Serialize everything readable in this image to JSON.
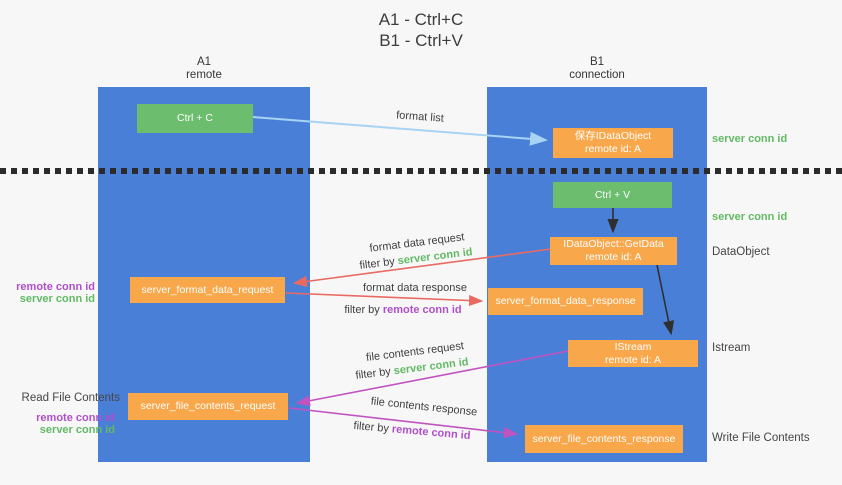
{
  "title": {
    "line1": "A1 - Ctrl+C",
    "line2": "B1 - Ctrl+V"
  },
  "lanes": {
    "left": {
      "name": "A1",
      "role": "remote"
    },
    "right": {
      "name": "B1",
      "role": "connection"
    }
  },
  "nodes": {
    "ctrl_c": {
      "label": "Ctrl + C"
    },
    "save_idataobject": {
      "line1": "保存IDataObject",
      "line2": "remote id: A"
    },
    "ctrl_v": {
      "label": "Ctrl + V"
    },
    "getdata": {
      "line1": "IDataObject::GetData",
      "line2": "remote id: A"
    },
    "server_format_data_request": {
      "label": "server_format_data_request"
    },
    "server_format_data_response": {
      "label": "server_format_data_response"
    },
    "istream": {
      "line1": "IStream",
      "line2": "remote id: A"
    },
    "server_file_contents_request": {
      "label": "server_file_contents_request"
    },
    "server_file_contents_response": {
      "label": "server_file_contents_response"
    }
  },
  "arrow_labels": {
    "format_list": "format list",
    "format_data_request": "format data request",
    "format_data_response": "format data response",
    "file_contents_request": "file contents request",
    "file_contents_response": "file contents response",
    "filter_by": "filter by",
    "server_conn_id": "server conn id",
    "remote_conn_id": "remote conn id"
  },
  "side_labels": {
    "right_server_conn_id_top": "server conn id",
    "right_server_conn_id_mid": "server conn id",
    "right_dataobject": "DataObject",
    "right_istream": "Istream",
    "right_write_file_contents": "Write File Contents",
    "left_remote_conn_id_top": "remote conn id",
    "left_server_conn_id_top": "server conn id",
    "left_read_file_contents": "Read File Contents",
    "left_remote_conn_id_bottom": "remote conn id",
    "left_server_conn_id_bottom": "server conn id"
  },
  "colors": {
    "background": "#f7f7f7",
    "lane_blue": "#4a7fd8",
    "node_orange": "#f8a74a",
    "node_green": "#6cbe6e",
    "arrow_lightblue": "#a8d3f2",
    "arrow_red": "#e96a62",
    "arrow_magenta": "#c153c1",
    "arrow_black": "#2f2f2f",
    "text_green": "#62ba64",
    "text_purple": "#b04fcb",
    "text_gray": "#3f3f3f"
  }
}
